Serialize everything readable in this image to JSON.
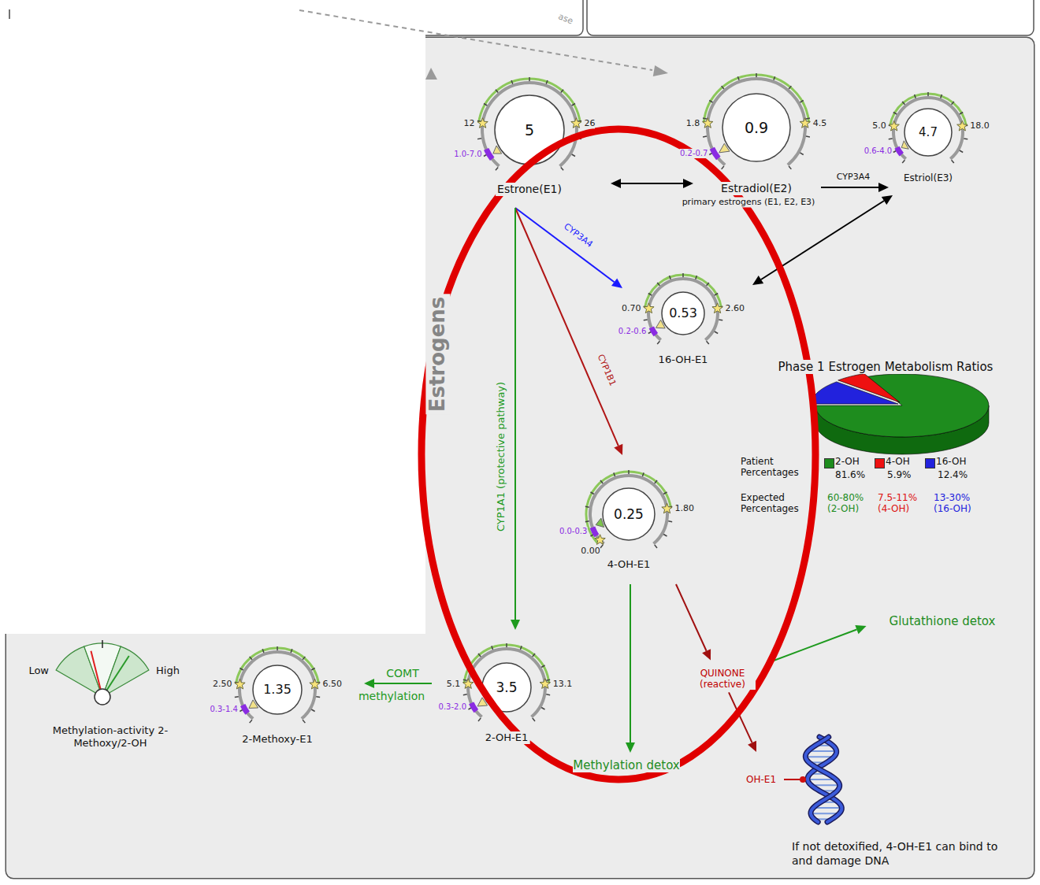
{
  "diagram": {
    "nodes": [
      {
        "text": [
          "Estrogens"
        ]
      },
      {
        "text": [
          "5",
          "12",
          "26",
          "1.0-7.0",
          "Estrone(E1)"
        ],
        "in": 0
      },
      {
        "text": [
          "0.9",
          "1.8",
          "4.5",
          "0.2-0.7",
          "Estradiol(E2)"
        ],
        "in": 0
      },
      {
        "text": [
          "4.7",
          "5.0",
          "18.0",
          "0.6-4.0",
          "Estriol(E3)"
        ],
        "in": 0
      },
      {
        "text": [
          "0.53",
          "0.70",
          "2.60",
          "0.2-0.6",
          "16-OH-E1"
        ],
        "in": 0
      },
      {
        "text": [
          "0.25",
          "0.00",
          "1.80",
          "0.0-0.3",
          "4-OH-E1"
        ],
        "in": 0
      },
      {
        "text": [
          "3.5",
          "5.1",
          "13.1",
          "0.3-2.0",
          "2-OH-E1"
        ],
        "in": 0
      },
      {
        "text": [
          "1.35",
          "2.50",
          "6.50",
          "0.3-1.4",
          "2-Methoxy-E1"
        ],
        "in": 0
      },
      {
        "text": [
          "Low",
          "High",
          "Methylation-activity 2-Methoxy/2-OH"
        ],
        "in": 0
      },
      {
        "text": [
          "Methylation detox"
        ],
        "in": 0
      },
      {
        "text": [
          "QUINONE (reactive)"
        ],
        "in": 0
      },
      {
        "text": [
          "Glutathione detox"
        ],
        "in": 0
      },
      {
        "text": [
          "OH-E1"
        ],
        "in": 0
      }
    ],
    "edges": [
      {
        "from": 1,
        "to": 2,
        "arrow": "both"
      },
      {
        "from": 2,
        "to": 3,
        "label": "CYP3A4",
        "arrow": "to"
      },
      {
        "from": 1,
        "to": 4,
        "label": "CYP3A4",
        "arrow": "to"
      },
      {
        "from": 4,
        "to": 3,
        "arrow": "both"
      },
      {
        "from": 1,
        "to": 5,
        "label": "CYP1B1",
        "arrow": "to"
      },
      {
        "from": 1,
        "to": 6,
        "label": "CYP1A1 (protective pathway)",
        "arrow": "to"
      },
      {
        "from": 6,
        "to": 7,
        "label": "COMT",
        "arrow": "to"
      },
      {
        "from": 5,
        "to": 9,
        "arrow": "to"
      },
      {
        "from": 5,
        "to": 10,
        "arrow": "to"
      },
      {
        "from": 10,
        "to": 11,
        "arrow": "to"
      },
      {
        "from": 10,
        "to": 12,
        "arrow": "to"
      }
    ],
    "labels": [
      "ase",
      "primary estrogens (E1, E2, E3)",
      "methylation",
      "Phase 1 Estrogen Metabolism Ratios",
      "Patient Percentages",
      "81.6%",
      "5.9%",
      "12.4%",
      "Expected Percentages",
      "60-80% (2-OH)",
      "7.5-11% (4-OH)",
      "13-30% (16-OH)",
      "If not detoxified, 4-OH-E1 can bind to and damage DNA"
    ],
    "legend": [
      {
        "text": "2-OH",
        "color": "#1e8c1e"
      },
      {
        "text": "4-OH",
        "color": "#ee1111"
      },
      {
        "text": "16-OH",
        "color": "#2222dd"
      }
    ]
  }
}
